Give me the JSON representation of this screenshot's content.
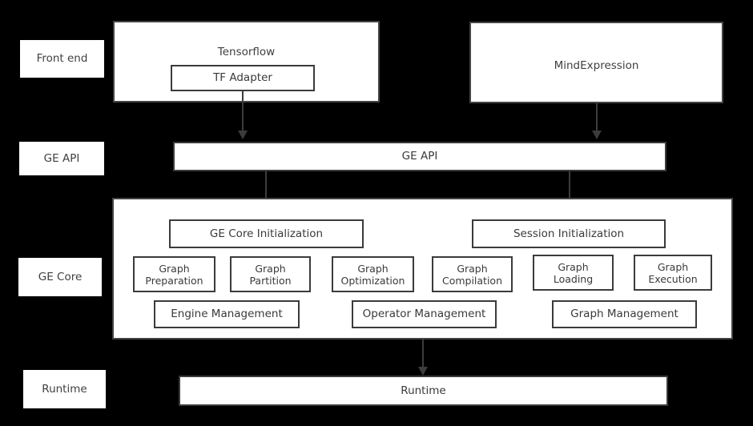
{
  "diagram": {
    "title": "GE (Graph Engine) software stack architecture",
    "background_color": "#000000",
    "box_fill_color": "#ffffff",
    "box_border_color": "#3b3b3b",
    "text_color": "#3f3f3f",
    "connector_color": "#3c3c3c"
  },
  "stage_labels": [
    {
      "id": "front-end",
      "label": "Front end"
    },
    {
      "id": "ge-api",
      "label": "GE API"
    },
    {
      "id": "ge-core",
      "label": "GE Core"
    },
    {
      "id": "runtime",
      "label": "Runtime"
    }
  ],
  "front_end": {
    "tensorflow": {
      "title": "Tensorflow",
      "child": {
        "label": "TF Adapter"
      }
    },
    "mindexpression": {
      "title": "MindExpression"
    }
  },
  "ge_api_bar": {
    "label": "GE API"
  },
  "ge_core": {
    "init_boxes": [
      {
        "label": "GE Core Initialization"
      },
      {
        "label": "Session Initialization"
      }
    ],
    "pipeline_boxes": [
      {
        "label": "Graph\nPreparation"
      },
      {
        "label": "Graph\nPartition"
      },
      {
        "label": "Graph\nOptimization"
      },
      {
        "label": "Graph\nCompilation"
      },
      {
        "label": "Graph\nLoading"
      },
      {
        "label": "Graph\nExecution"
      }
    ],
    "management_boxes": [
      {
        "label": "Engine Management"
      },
      {
        "label": "Operator Management"
      },
      {
        "label": "Graph Management"
      }
    ]
  },
  "runtime_bar": {
    "label": "Runtime"
  }
}
